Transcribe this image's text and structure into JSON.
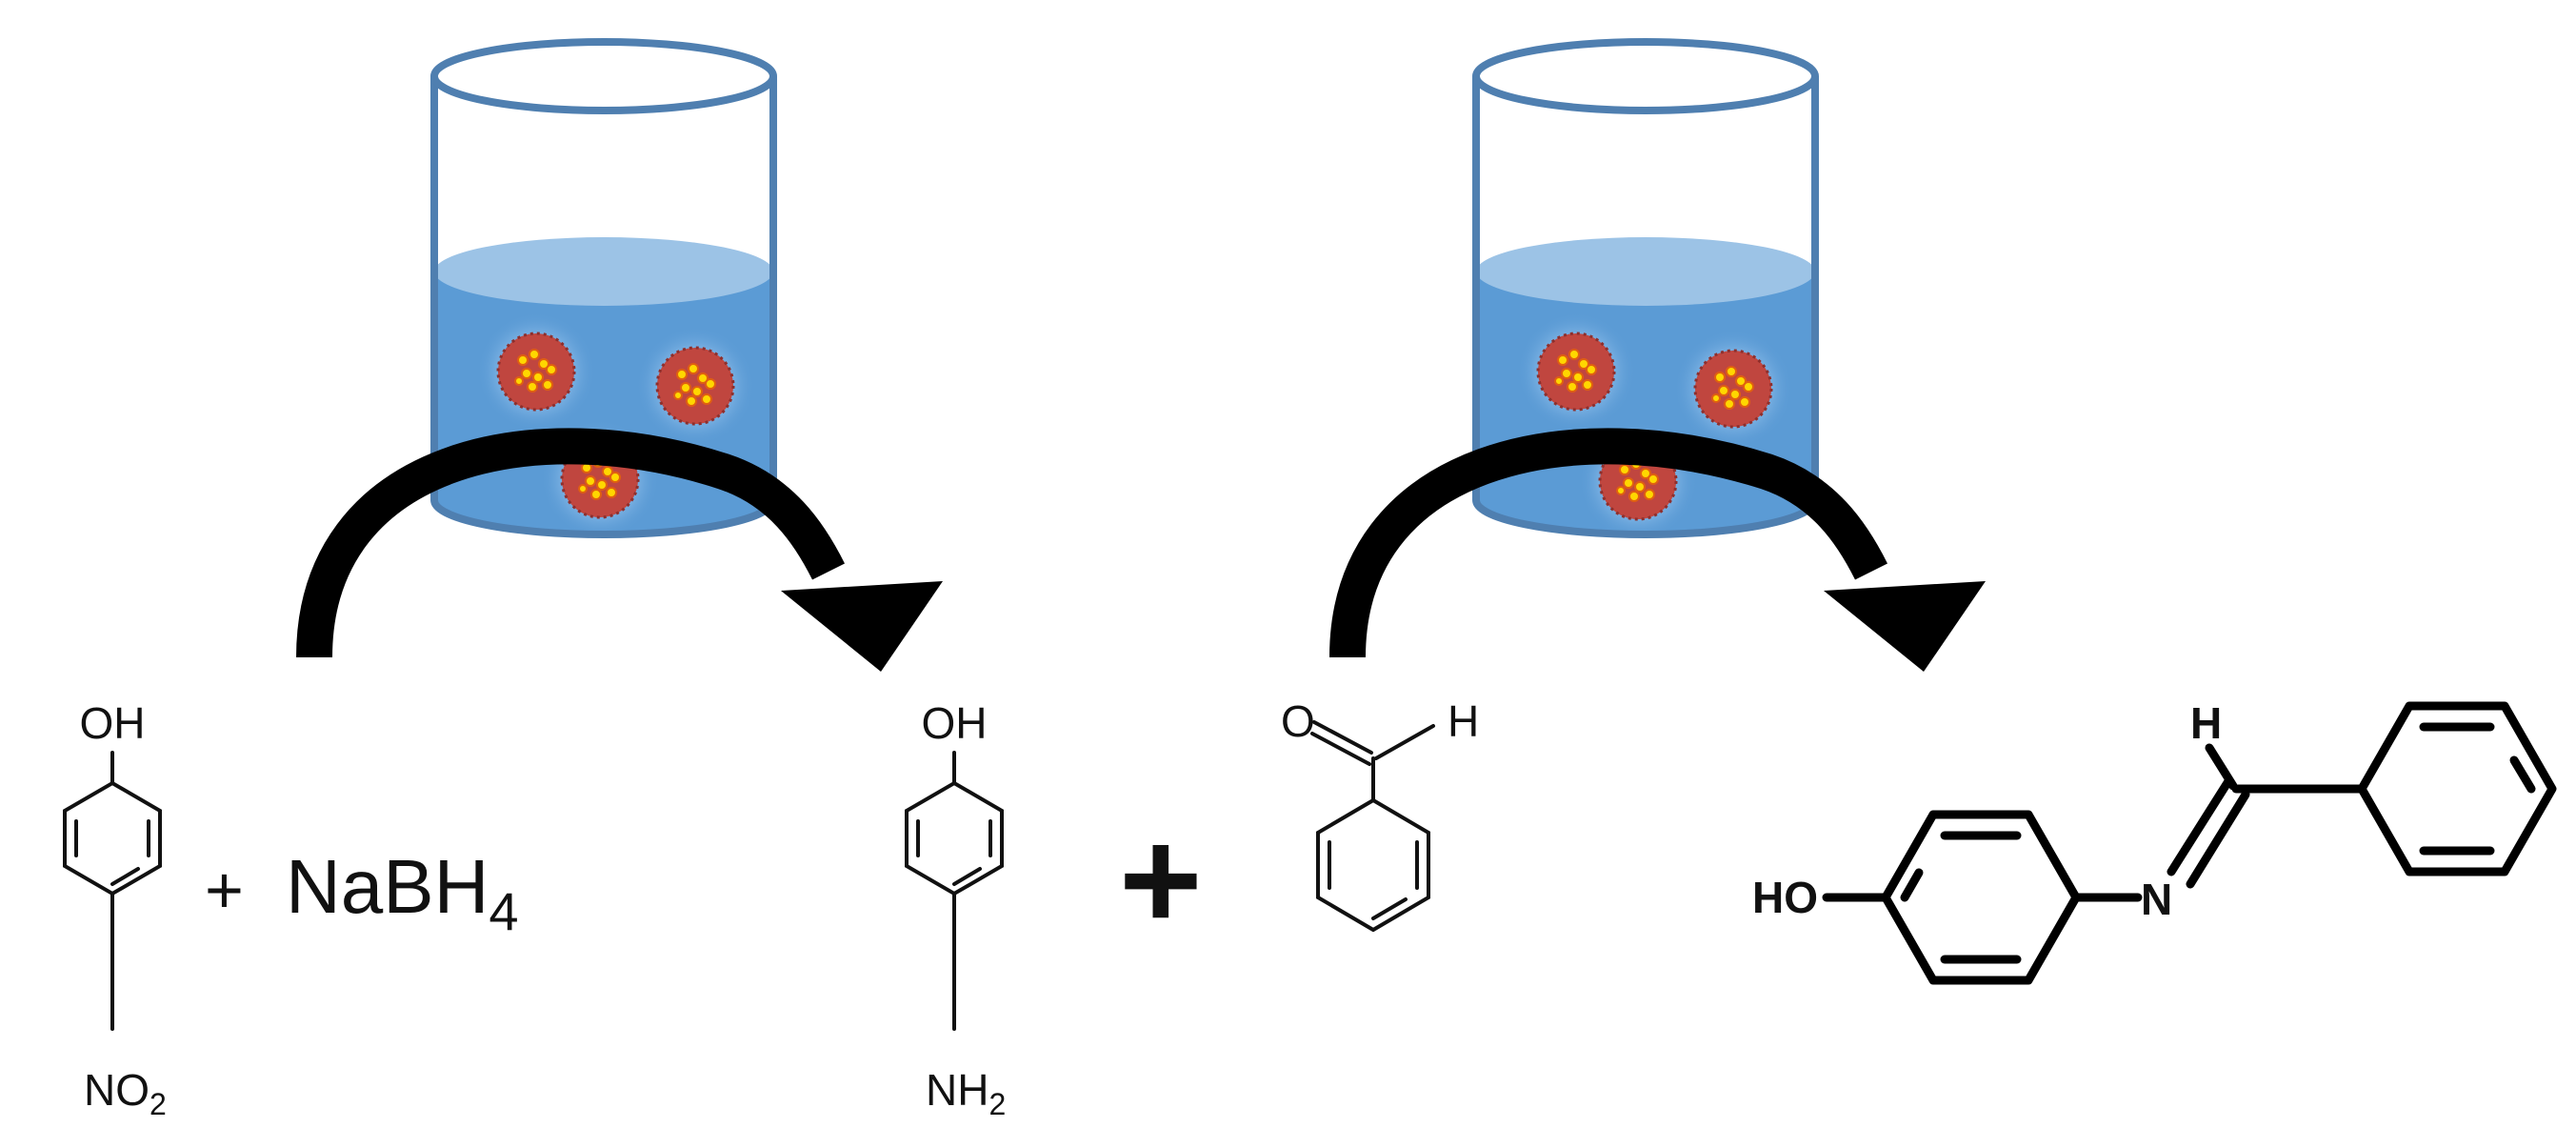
{
  "colors": {
    "beaker_outline": "#4f7fb0",
    "liquid_top": "#9cc3e6",
    "liquid_body": "#5b9bd5",
    "particle": "#c0463f",
    "nanoparticle_dot": "#ffd700",
    "arrow": "#000000"
  },
  "reaction1": {
    "reactant_oh": "OH",
    "reactant_no2": "NO",
    "reactant_no2_sub": "2",
    "plus": "+",
    "reagent": "NaBH",
    "reagent_sub": "4",
    "product_oh": "OH",
    "product_nh2": "NH",
    "product_nh2_sub": "2"
  },
  "reaction2": {
    "plus": "+",
    "aldehyde_o": "O",
    "aldehyde_h": "H",
    "imine_h": "H",
    "imine_n": "N",
    "imine_ho": "HO"
  }
}
